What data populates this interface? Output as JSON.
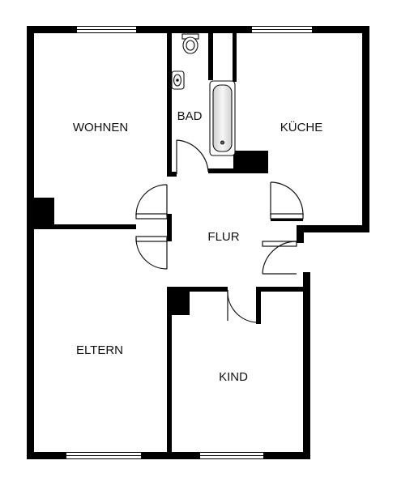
{
  "colors": {
    "wall": "#000000",
    "window": "#ffffff",
    "fixture_stroke": "#111111",
    "tub_fill": "#e8e8e8",
    "background": "#ffffff"
  },
  "rooms": [
    {
      "id": "wohnen",
      "label": "WOHNEN"
    },
    {
      "id": "bad",
      "label": "BAD"
    },
    {
      "id": "kueche",
      "label": "KÜCHE"
    },
    {
      "id": "flur",
      "label": "FLUR"
    },
    {
      "id": "eltern",
      "label": "ELTERN"
    },
    {
      "id": "kind",
      "label": "KIND"
    }
  ],
  "fixtures": [
    {
      "type": "toilet-icon"
    },
    {
      "type": "sink-icon"
    },
    {
      "type": "bathtub-icon"
    }
  ]
}
